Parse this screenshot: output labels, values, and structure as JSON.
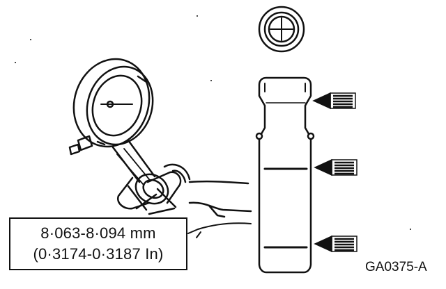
{
  "specification": {
    "metric": "8·063-8·094 mm",
    "imperial": "(0·3174-0·3187 In)"
  },
  "figure_id": "GA0375-A",
  "colors": {
    "ink": "#111111",
    "paper": "#ffffff"
  },
  "arrows": {
    "count": 3,
    "icon": "measurement-arrow-icon"
  }
}
